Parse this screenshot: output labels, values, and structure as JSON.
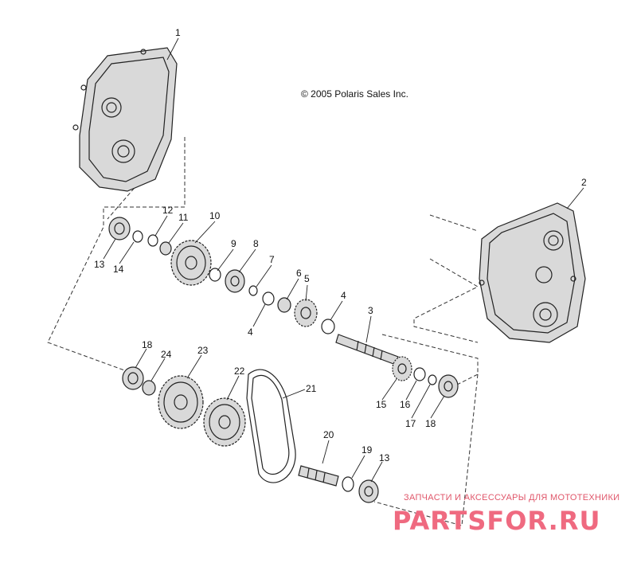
{
  "copyright": "© 2005 Polaris Sales Inc.",
  "watermark": {
    "tagline": "ЗАПЧАСТИ И АКСЕССУАРЫ ДЛЯ МОТОТЕХНИКИ",
    "brand": "PARTSFOR.RU"
  },
  "labels": [
    "1",
    "2",
    "3",
    "4",
    "4",
    "5",
    "6",
    "7",
    "8",
    "9",
    "10",
    "11",
    "12",
    "13",
    "13",
    "14",
    "15",
    "16",
    "17",
    "18",
    "18",
    "19",
    "20",
    "21",
    "22",
    "23",
    "24"
  ]
}
